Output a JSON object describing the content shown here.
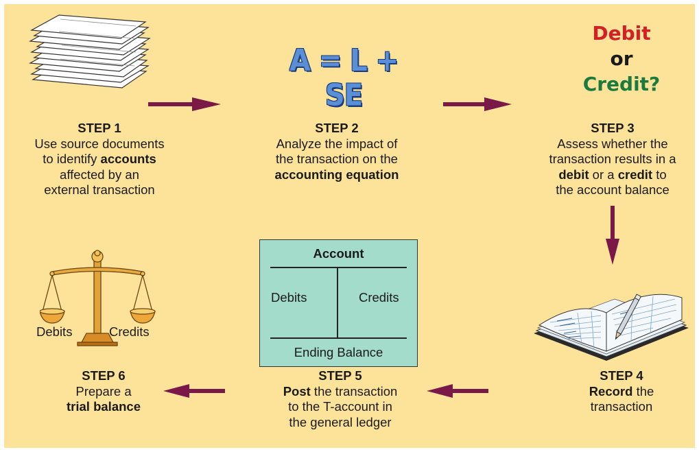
{
  "equation": "A = L + SE",
  "decision": {
    "debit": "Debit",
    "or": "or",
    "credit": "Credit?"
  },
  "steps": [
    {
      "title": "STEP 1",
      "lines": [
        [
          "Use source documents"
        ],
        [
          "to identify ",
          {
            "b": "accounts"
          }
        ],
        [
          "affected by an"
        ],
        [
          "external transaction"
        ]
      ]
    },
    {
      "title": "STEP 2",
      "lines": [
        [
          "Analyze the impact of"
        ],
        [
          "the transaction on the"
        ],
        [
          {
            "b": "accounting equation"
          }
        ]
      ]
    },
    {
      "title": "STEP 3",
      "lines": [
        [
          "Assess whether the"
        ],
        [
          "transaction results in a"
        ],
        [
          {
            "b": "debit"
          },
          " or a ",
          {
            "b": "credit"
          },
          " to"
        ],
        [
          "the account balance"
        ]
      ]
    },
    {
      "title": "STEP 4",
      "lines": [
        [
          {
            "b": "Record"
          },
          " the"
        ],
        [
          "transaction"
        ]
      ]
    },
    {
      "title": "STEP 5",
      "lines": [
        [
          {
            "b": "Post"
          },
          " the transaction"
        ],
        [
          "to the T-account in"
        ],
        [
          "the general ledger"
        ]
      ]
    },
    {
      "title": "STEP 6",
      "lines": [
        [
          "Prepare a"
        ],
        [
          {
            "b": "trial balance"
          }
        ]
      ]
    }
  ],
  "t_account": {
    "title": "Account",
    "left": "Debits",
    "right": "Credits",
    "footer": "Ending Balance"
  },
  "scale": {
    "left": "Debits",
    "right": "Credits"
  },
  "colors": {
    "background": "#fde39a",
    "arrow": "#7a1848",
    "t_account_fill": "#a3dccb",
    "debit": "#d42025",
    "credit": "#1b7a3d"
  }
}
